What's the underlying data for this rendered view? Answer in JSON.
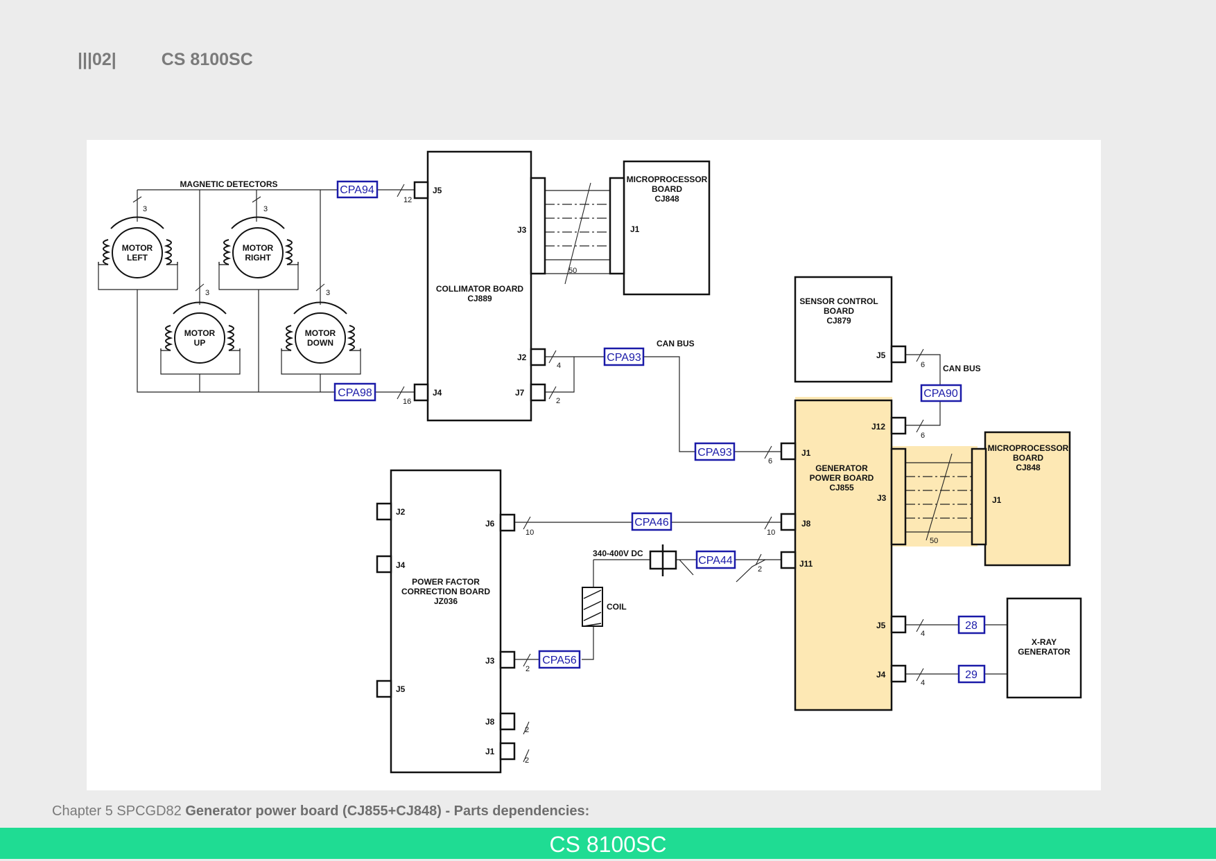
{
  "header": {
    "page": "|||02|",
    "model": "CS 8100SC"
  },
  "caption": {
    "chapter": "Chapter 5 SPCGD82",
    "title": "Generator power board (CJ855+CJ848) - Parts dependencies:"
  },
  "footer": {
    "title": "CS 8100SC"
  },
  "colors": {
    "highlight": "#fde8b4",
    "connector_tag": "#1a1aa8",
    "footer": "#1fdc93",
    "background": "#ececec"
  },
  "diagram": {
    "magnetic_detectors": "MAGNETIC DETECTORS",
    "motors": {
      "left": [
        "MOTOR",
        "LEFT"
      ],
      "right": [
        "MOTOR",
        "RIGHT"
      ],
      "up": [
        "MOTOR",
        "UP"
      ],
      "down": [
        "MOTOR",
        "DOWN"
      ],
      "wire_count": "3"
    },
    "boards": {
      "collimator": [
        "COLLIMATOR BOARD",
        "CJ889"
      ],
      "micro_top": [
        "MICROPROCESSOR",
        "BOARD",
        "CJ848"
      ],
      "sensor": [
        "SENSOR CONTROL",
        "BOARD",
        "CJ879"
      ],
      "generator": [
        "GENERATOR",
        "POWER BOARD",
        "CJ855"
      ],
      "micro_bottom": [
        "MICROPROCESSOR",
        "BOARD",
        "CJ848"
      ],
      "pfc": [
        "POWER FACTOR",
        "CORRECTION BOARD",
        "JZ036"
      ],
      "xray": [
        "X-RAY",
        "GENERATOR"
      ]
    },
    "tags": {
      "cpa94": "CPA94",
      "cpa98": "CPA98",
      "cpa93_top": "CPA93",
      "cpa93_bottom": "CPA93",
      "cpa90": "CPA90",
      "cpa46": "CPA46",
      "cpa44": "CPA44",
      "cpa56": "CPA56",
      "t28": "28",
      "t29": "29"
    },
    "labels": {
      "can_bus_1": "CAN BUS",
      "can_bus_2": "CAN BUS",
      "voltage": "340-400V DC",
      "coil": "COIL"
    },
    "connectors": {
      "col_j5": "J5",
      "col_j4": "J4",
      "col_j3": "J3",
      "col_j2": "J2",
      "col_j7": "J7",
      "mt_j1": "J1",
      "sen_j5": "J5",
      "gen_j12": "J12",
      "gen_j1": "J1",
      "gen_j3": "J3",
      "gen_j8": "J8",
      "gen_j11": "J11",
      "gen_j5": "J5",
      "gen_j4": "J4",
      "mb_j1": "J1",
      "pfc_j2": "J2",
      "pfc_j4": "J4",
      "pfc_j5": "J5",
      "pfc_j6": "J6",
      "pfc_j3": "J3",
      "pfc_j8": "J8",
      "pfc_j1": "J1"
    },
    "wire_counts": {
      "col_j5": "12",
      "col_j4": "16",
      "col_bus": "50",
      "col_j2": "4",
      "col_j7": "2",
      "sen_j5": "6",
      "gen_j12": "6",
      "gen_j1": "6",
      "gen_bus": "50",
      "pfc_j6": "10",
      "gen_j8": "10",
      "gen_j11": "2",
      "gen_j5": "4",
      "gen_j4": "4",
      "pfc_j3": "2",
      "pfc_j8": "2",
      "pfc_j1": "2"
    }
  }
}
